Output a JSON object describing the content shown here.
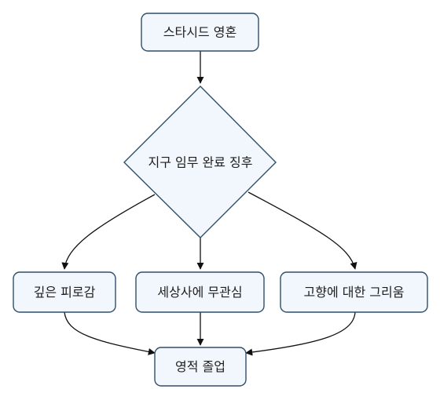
{
  "flowchart": {
    "start": {
      "label": "스타시드 영혼"
    },
    "decision": {
      "label": "지구 임무 완료 징후"
    },
    "outcomes": [
      {
        "label": "깊은 피로감"
      },
      {
        "label": "세상사에 무관심"
      },
      {
        "label": "고향에 대한 그리움"
      }
    ],
    "end": {
      "label": "영적 졸업"
    }
  },
  "colors": {
    "node_fill": "#f1f7fc",
    "node_stroke": "#2f4f6a",
    "edge": "#111111",
    "text": "#1e1e1e"
  }
}
